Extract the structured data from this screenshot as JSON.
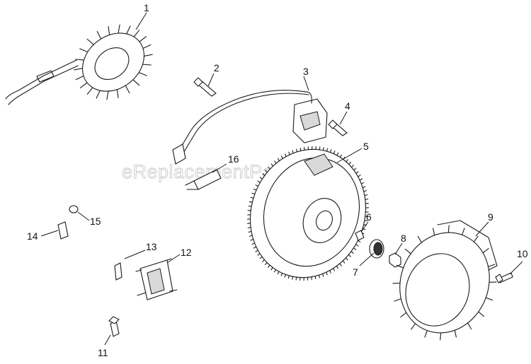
{
  "watermark": "eReplacementParts.com",
  "callouts": [
    "1",
    "2",
    "3",
    "4",
    "5",
    "6",
    "7",
    "8",
    "9",
    "10",
    "11",
    "12",
    "13",
    "14",
    "15",
    "16"
  ],
  "colors": {
    "line": "#1a1a1a",
    "watermark": "#c8c8c8",
    "background": "#ffffff"
  }
}
